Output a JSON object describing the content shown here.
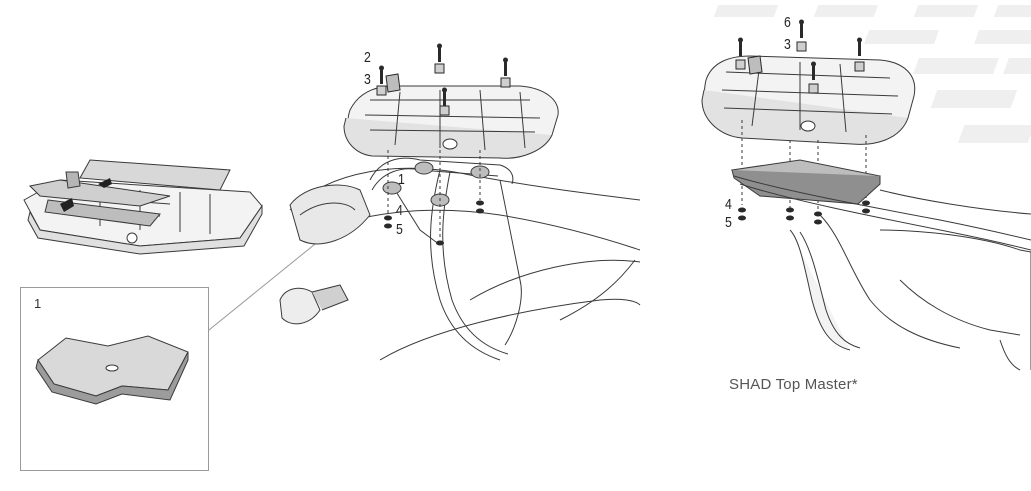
{
  "diagram": {
    "caption": "SHAD Top Master*",
    "detail_label": "1",
    "left_assembly_labels": [
      "2",
      "3",
      "1",
      "4",
      "5"
    ],
    "right_assembly_labels": [
      "6",
      "3",
      "4",
      "5"
    ]
  },
  "colors": {
    "line": "#3a3a3a",
    "fill_light": "#f2f2f2",
    "fill_mid": "#d6d6d6",
    "fill_dark": "#9c9c9c",
    "watermark": "#ececec",
    "box_border": "#9a9a9a"
  }
}
